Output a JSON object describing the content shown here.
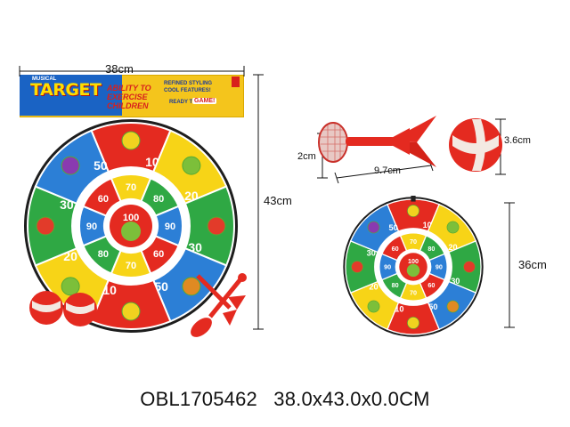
{
  "header": {
    "brand_small": "MUSICAL",
    "brand": "TARGET",
    "slogan_main": "ABILITY TO EXERCISE CHILDREN",
    "slogan_side": "REFINED STYLING COOL FEATURES!",
    "slogan_ready": "READY TO",
    "slogan_game": "GAME!"
  },
  "dimensions": {
    "board_width": "38cm",
    "board_height": "43cm",
    "dart_head": "2cm",
    "dart_length": "9.7cm",
    "ball": "3.6cm",
    "small_board": "36cm"
  },
  "caption": {
    "code": "OBL1705462",
    "size": "38.0x43.0x0.0CM"
  },
  "board": {
    "outer_scores": [
      "10",
      "20",
      "30",
      "50",
      "10",
      "20",
      "30",
      "50"
    ],
    "mid_scores": [
      "70",
      "80",
      "90",
      "60",
      "70",
      "80",
      "90",
      "60"
    ],
    "center": "100"
  },
  "colors": {
    "red": "#e42a20",
    "yellow": "#f7d417",
    "green": "#2fa844",
    "blue": "#2c7fd6",
    "white": "#ffffff",
    "rim": "#1d1d1d"
  }
}
